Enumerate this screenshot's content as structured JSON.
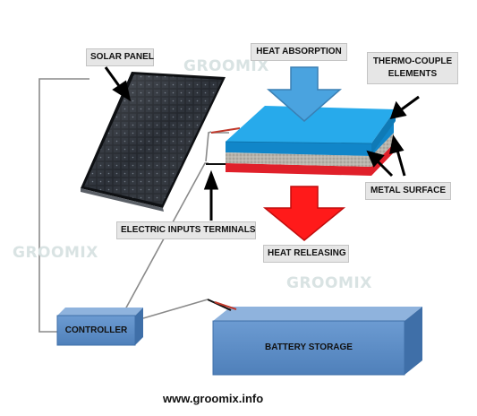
{
  "labels": {
    "solar_panel": "SOLAR PANEL",
    "heat_absorption": "HEAT ABSORPTION",
    "thermocouple": "THERMO-COUPLE ELEMENTS",
    "metal_surface": "METAL SURFACE",
    "electric_inputs": "ELECTRIC INPUTS TERMINALS",
    "heat_releasing": "HEAT RELEASING",
    "controller": "CONTROLLER",
    "battery_storage": "BATTERY STORAGE"
  },
  "watermark": "GROOMIX",
  "website": "www.groomix.info",
  "colors": {
    "heat_absorption_arrow": "#4aa3df",
    "heat_releasing_arrow": "#ff1a1a",
    "plate_top": "#1e9fe0",
    "metal_layer": "#e0202a",
    "box_blue": "#5b8fc9",
    "panel_dark": "#1c1f24"
  }
}
